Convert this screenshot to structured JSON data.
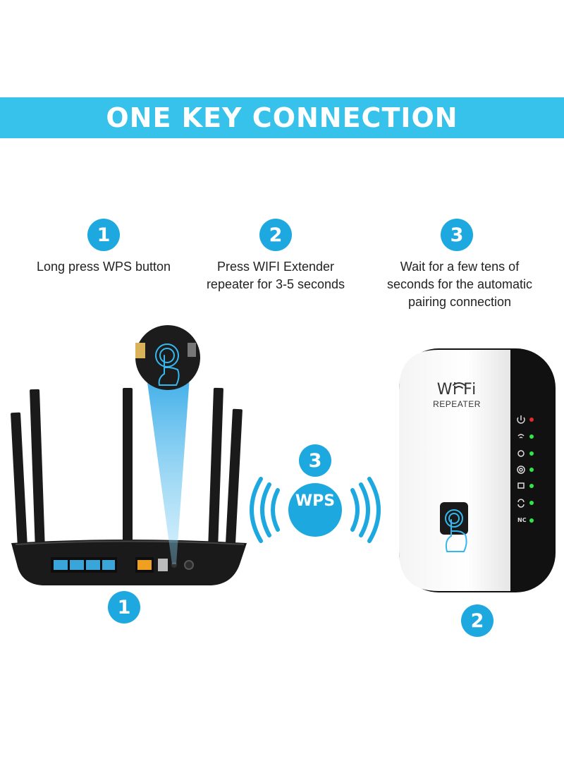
{
  "banner": {
    "title": "ONE KEY CONNECTION"
  },
  "steps": [
    {
      "number": "1",
      "lines": [
        "Long press WPS button"
      ]
    },
    {
      "number": "2",
      "lines": [
        "Press WIFI Extender",
        "repeater for 3-5 seconds"
      ]
    },
    {
      "number": "3",
      "lines": [
        "Wait for a few tens of",
        "seconds for the automatic",
        "pairing connection"
      ]
    }
  ],
  "diagram": {
    "router_badge": "1",
    "wps_badge": "3",
    "repeater_badge": "2",
    "wps_label": "WPS",
    "repeater_brand": "Wi Fi",
    "repeater_subtitle": "REPEATER",
    "repeater_nc_label": "NC"
  },
  "colors": {
    "accent": "#1ea8e0",
    "banner": "#36c2ea",
    "router_body": "#1a1a1a",
    "led_green": "#2ee84a",
    "led_red": "#e32b2b"
  },
  "icons": [
    "hand-press-icon",
    "wifi-signal-icon",
    "power-icon",
    "gear-icon",
    "ethernet-icon",
    "sync-icon"
  ]
}
